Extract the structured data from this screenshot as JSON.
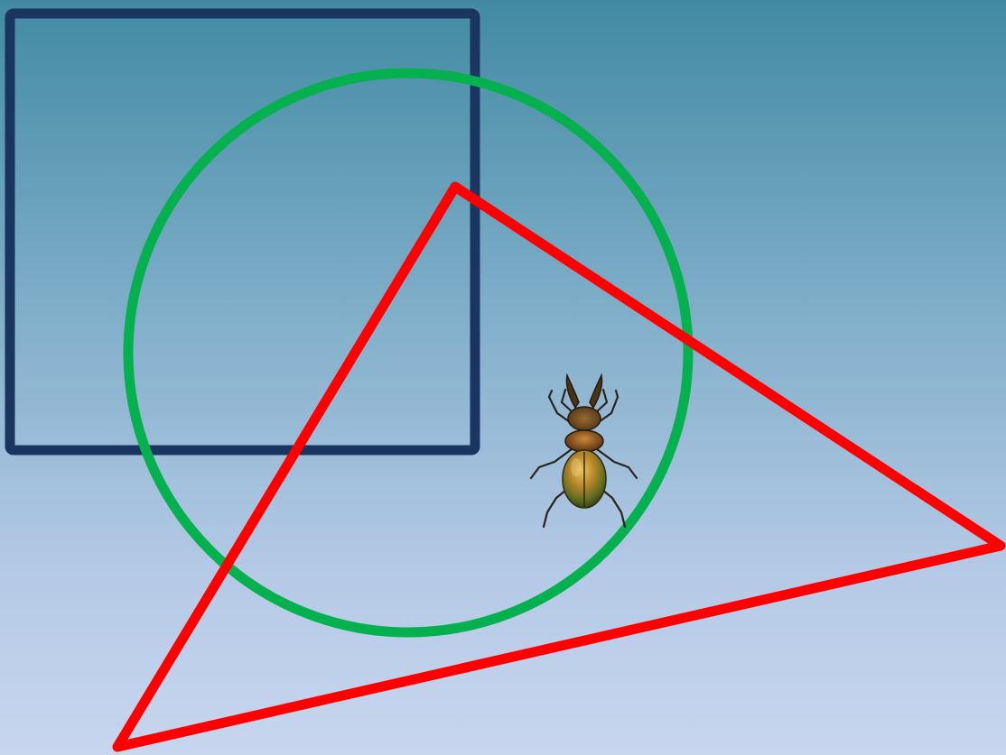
{
  "scene": {
    "background": {
      "gradient_top": "#428aa3",
      "gradient_mid": "#7eadc8",
      "gradient_low": "#b4c9e6",
      "gradient_bottom": "#c8d6ee"
    },
    "shapes": [
      {
        "kind": "square",
        "outline_color": "#1a3560",
        "fill": "none"
      },
      {
        "kind": "circle",
        "outline_color": "#05b04f",
        "fill": "none"
      },
      {
        "kind": "triangle",
        "outline_color": "#ff0000",
        "fill": "none"
      }
    ],
    "figure": {
      "kind": "stag-beetle",
      "icon": "beetle-icon"
    }
  }
}
